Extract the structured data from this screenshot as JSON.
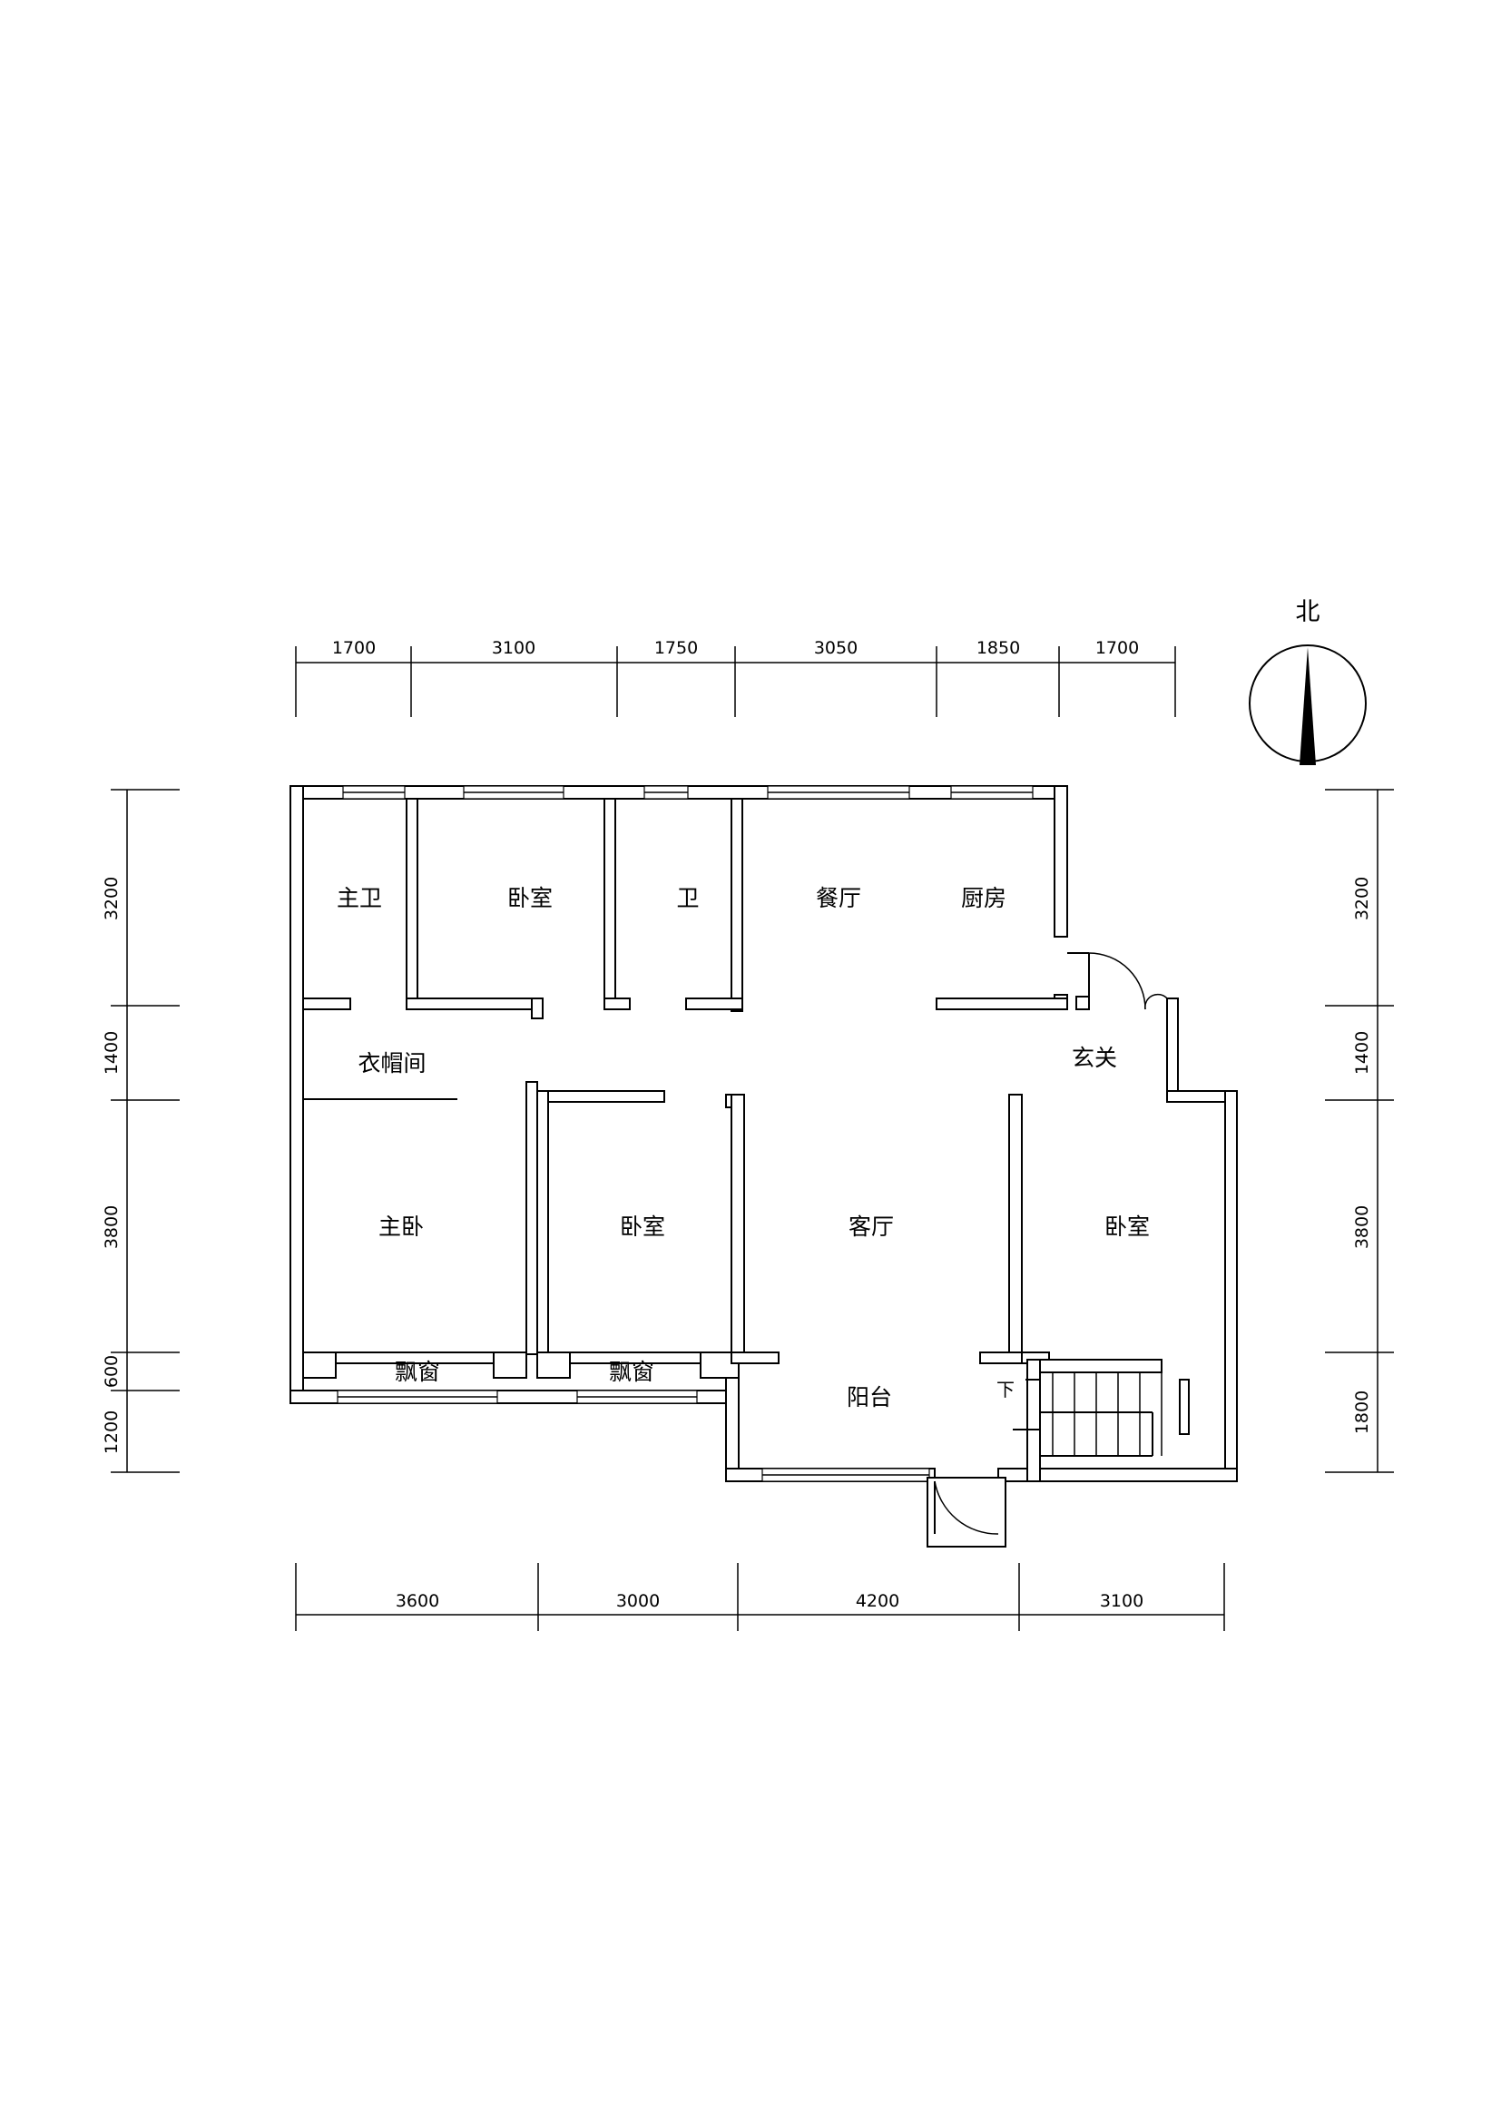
{
  "compass": {
    "label": "北"
  },
  "dims": {
    "top": [
      "1700",
      "3100",
      "1750",
      "3050",
      "1850",
      "1700"
    ],
    "bottom": [
      "3600",
      "3000",
      "4200",
      "3100"
    ],
    "left": [
      "3200",
      "1400",
      "3800",
      "600",
      "1200"
    ],
    "right": [
      "3200",
      "1400",
      "3800",
      "1800"
    ]
  },
  "rooms": {
    "master_bath": "主卫",
    "bedroom_north": "卧室",
    "bath": "卫",
    "dining": "餐厅",
    "kitchen": "厨房",
    "cloakroom": "衣帽间",
    "foyer": "玄关",
    "master_bedroom": "主卧",
    "bedroom_middle": "卧室",
    "living": "客厅",
    "bedroom_east": "卧室",
    "bay_window_1": "飘窗",
    "bay_window_2": "飘窗",
    "balcony": "阳台",
    "stair_down": "下"
  }
}
